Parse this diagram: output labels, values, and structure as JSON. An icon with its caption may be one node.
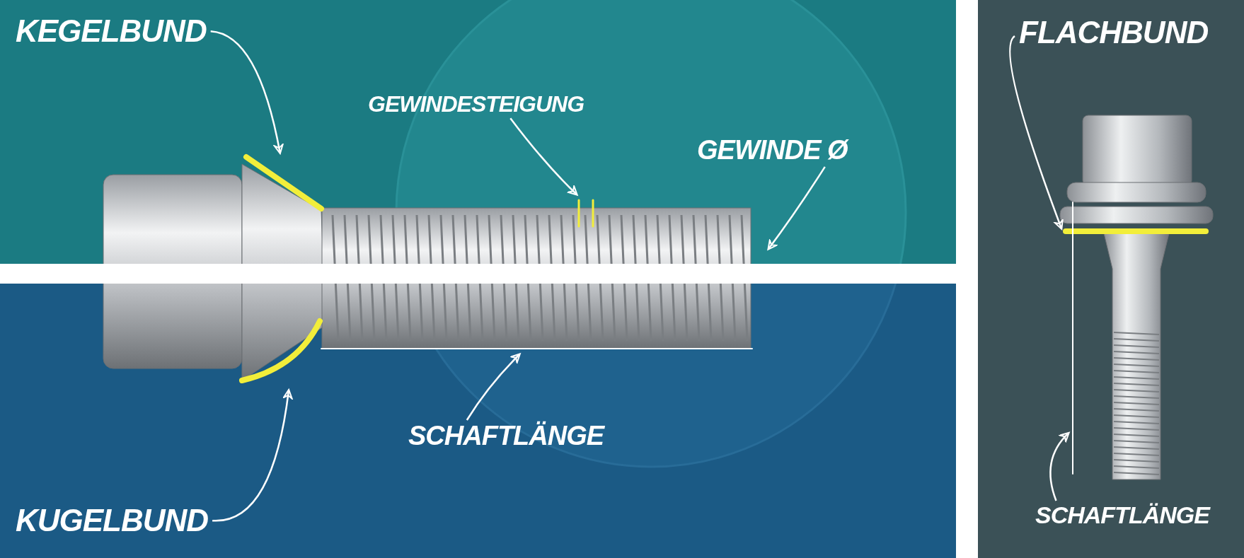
{
  "diagram": {
    "nodes": [
      {
        "text": [
          "KEGELBUND"
        ]
      },
      {
        "text": [],
        "shape": "bar"
      },
      {
        "text": [
          "GEWINDESTEIGUNG"
        ]
      },
      {
        "text": [],
        "shape": "bar"
      },
      {
        "text": [
          "GEWINDE Ø"
        ]
      },
      {
        "text": [
          "KUGELBUND"
        ]
      },
      {
        "text": [],
        "shape": "bar"
      },
      {
        "text": [
          "SCHAFTLÄNGE"
        ]
      },
      {
        "text": [],
        "shape": "line"
      },
      {
        "text": [
          "FLACHBUND"
        ]
      },
      {
        "text": [],
        "shape": "bar"
      },
      {
        "text": [
          "SCHAFTLÄNGE"
        ]
      },
      {
        "text": [],
        "shape": "line"
      }
    ],
    "edges": [
      {
        "from": 0,
        "to": 1,
        "arrow": "to"
      },
      {
        "from": 2,
        "to": 3,
        "arrow": "to"
      },
      {
        "from": 4,
        "to": null,
        "arrow": "to"
      },
      {
        "from": 5,
        "to": 6,
        "arrow": "to"
      },
      {
        "from": 7,
        "to": 8,
        "arrow": "to"
      },
      {
        "from": 9,
        "to": 10,
        "arrow": "to"
      },
      {
        "from": 11,
        "to": 12,
        "arrow": "to"
      }
    ]
  }
}
